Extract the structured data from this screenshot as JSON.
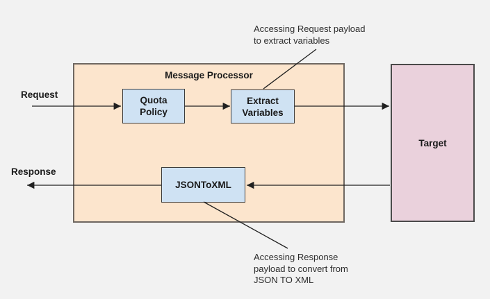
{
  "diagram": {
    "title": "Message Processor",
    "flow_labels": {
      "request": "Request",
      "response": "Response"
    },
    "nodes": {
      "quota_policy": "Quota\nPolicy",
      "extract_variables": "Extract\nVariables",
      "json_to_xml": "JSONToXML",
      "target": "Target"
    },
    "annotations": {
      "top": "Accessing Request payload\nto extract variables",
      "bottom": "Accessing Response\npayload to convert from\nJSON TO XML"
    },
    "colors": {
      "background": "#f2f2f2",
      "processor_fill": "#fce5cd",
      "processor_border": "#6e6761",
      "node_fill": "#cfe2f3",
      "node_border": "#3c3c3c",
      "target_fill": "#ead1dc",
      "target_border": "#4a4a4a",
      "line_color": "#212121",
      "text_color": "#1a1a1a",
      "annotation_color": "#2d2d2d"
    }
  }
}
